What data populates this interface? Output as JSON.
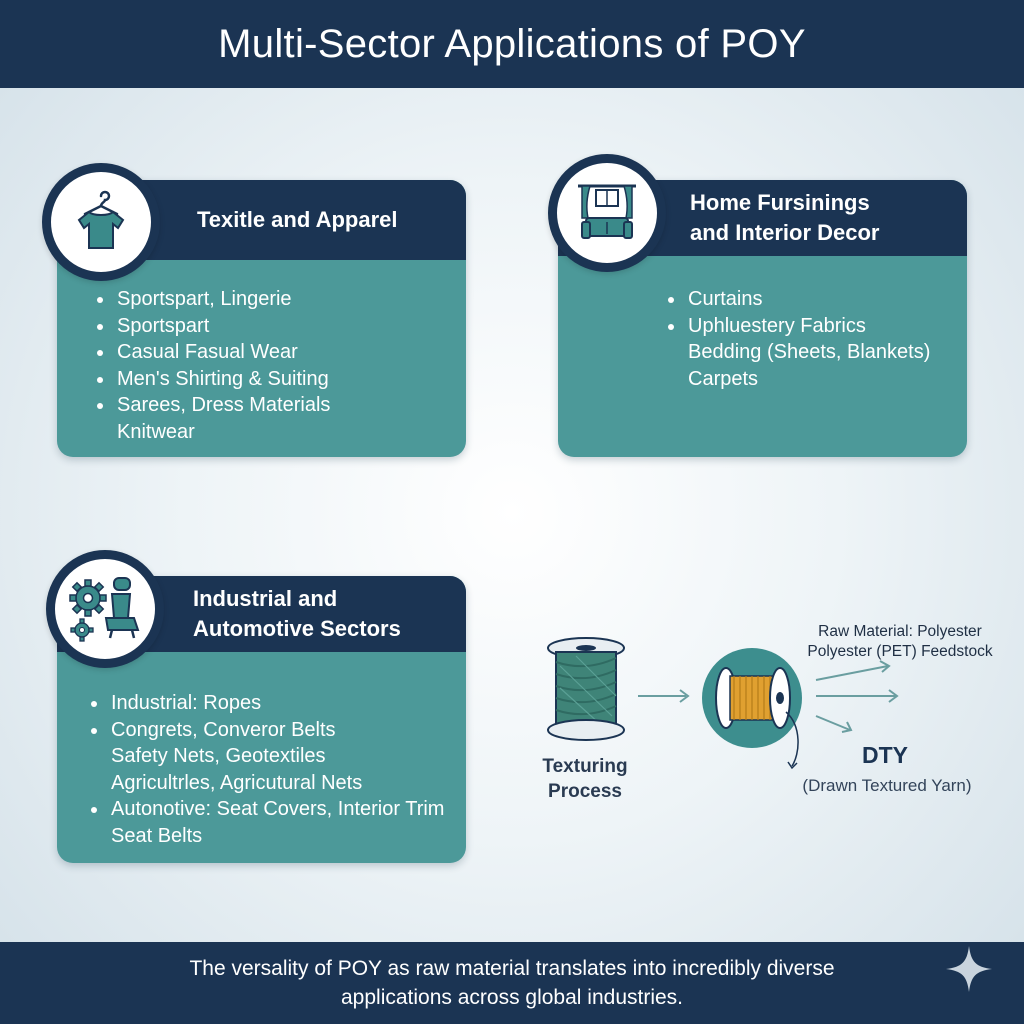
{
  "title": "Multi-Sector Applications of POY",
  "sectors": [
    {
      "title": "Texitle and Apparel",
      "icon": "tshirt-hanger-icon",
      "items": [
        {
          "text": "Sportspart, Lingerie",
          "bullet": true
        },
        {
          "text": "Sportspart",
          "bullet": true
        },
        {
          "text": "Casual Fasual Wear",
          "bullet": true
        },
        {
          "text": "Men's Shirting & Suiting",
          "bullet": true
        },
        {
          "text": "Sarees, Dress Materials",
          "bullet": true
        },
        {
          "text": "Knitwear",
          "bullet": false
        }
      ]
    },
    {
      "title_lines": [
        "Home Fursinings",
        "and Interior Decor"
      ],
      "icon": "sofa-window-icon",
      "items": [
        {
          "text": "Curtains",
          "bullet": true
        },
        {
          "text": "Uphluestery Fabrics",
          "bullet": true
        },
        {
          "text": "Bedding (Sheets, Blankets)",
          "bullet": false
        },
        {
          "text": "Carpets",
          "bullet": false
        }
      ]
    },
    {
      "title_lines": [
        "Industrial and",
        "Automotive Sectors"
      ],
      "icon": "gear-car-seat-icon",
      "items": [
        {
          "text": "Industrial: Ropes",
          "bullet": true
        },
        {
          "text": "Congrets, Converor Belts",
          "bullet": true
        },
        {
          "text": "Safety Nets, Geotextiles",
          "bullet": false
        },
        {
          "text": "Agricultrles, Agricutural Nets",
          "bullet": false
        },
        {
          "text": "Autonotive: Seat Covers, Interior Trim",
          "bullet": true
        },
        {
          "text": "Seat Belts",
          "bullet": false
        }
      ]
    }
  ],
  "process": {
    "left_label_lines": [
      "Texturing",
      "Process"
    ],
    "raw_material_lines": [
      "Raw Material: Polyester",
      "Polyester (PET) Feedstock"
    ],
    "output_title": "DTY",
    "output_subtitle": "(Drawn Textured Yarn)",
    "icons": [
      "yarn-spool-icon",
      "bobbin-icon",
      "arrow-icon"
    ]
  },
  "footer_lines": [
    "The versality of POY as raw material translates into incredibly diverse",
    "applications across global industries."
  ],
  "colors": {
    "navy": "#1b3453",
    "teal": "#4c9999",
    "icon_teal": "#3a8a8a",
    "background": "#e9f1f5"
  }
}
